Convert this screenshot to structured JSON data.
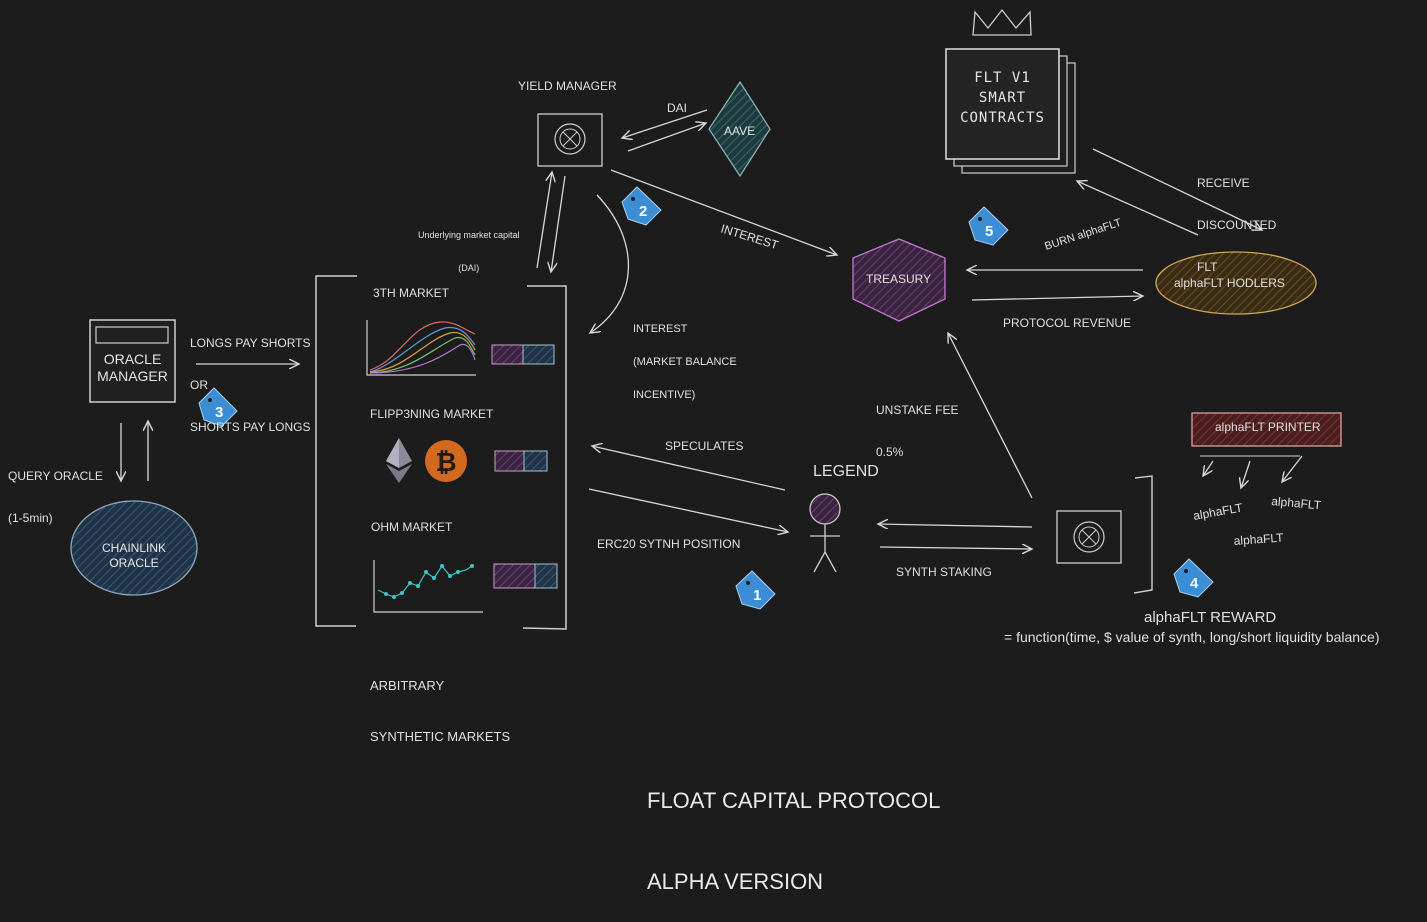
{
  "diagram": {
    "title_line1": "FLOAT CAPITAL PROTOCOL",
    "title_line2": "ALPHA VERSION",
    "nodes": {
      "yield_manager": "YIELD MANAGER",
      "aave": "AAVE",
      "flt_contracts_line1": "FLT V1",
      "flt_contracts_line2": "SMART",
      "flt_contracts_line3": "CONTRACTS",
      "treasury": "TREASURY",
      "alpha_hodlers": "alphaFLT HODLERS",
      "oracle_manager_line1": "ORACLE",
      "oracle_manager_line2": "MANAGER",
      "chainlink_line1": "CHAINLINK",
      "chainlink_line2": "ORACLE",
      "legend": "LEGEND",
      "printer": "alphaFLT PRINTER"
    },
    "markets": {
      "m1": "3TH MARKET",
      "m2": "FLIPP3NING MARKET",
      "m3": "OHM MARKET",
      "footer_line1": "ARBITRARY",
      "footer_line2": "SYNTHETIC MARKETS"
    },
    "edges": {
      "dai": "DAI",
      "underlying_line1": "Underlying market capital",
      "underlying_line2": "(DAI)",
      "interest_treasury": "INTEREST",
      "interest_market_line1": "INTEREST",
      "interest_market_line2": "(MARKET BALANCE",
      "interest_market_line3": "INCENTIVE)",
      "longs_line1": "LONGS PAY SHORTS",
      "longs_line2": "OR",
      "longs_line3": "SHORTS PAY LONGS",
      "query_line1": "QUERY ORACLE",
      "query_line2": "(1-5min)",
      "burn": "BURN alphaFLT",
      "receive_line1": "RECEIVE",
      "receive_line2": "DISCOUNTED",
      "receive_line3": "FLT",
      "protocol_revenue": "PROTOCOL REVENUE",
      "unstake_line1": "UNSTAKE FEE",
      "unstake_line2": "0.5%",
      "speculates": "SPECULATES",
      "erc20": "ERC20 SYTNH POSITION",
      "synth_staking": "SYNTH STAKING"
    },
    "rewards": {
      "token_a": "alphaFLT",
      "token_b": "alphaFLT",
      "token_c": "alphaFLT",
      "reward_title": "alphaFLT REWARD",
      "reward_formula": "= function(time, $ value of synth, long/short liquidity balance)"
    },
    "tags": {
      "t1": "1",
      "t2": "2",
      "t3": "3",
      "t4": "4",
      "t5": "5"
    }
  }
}
